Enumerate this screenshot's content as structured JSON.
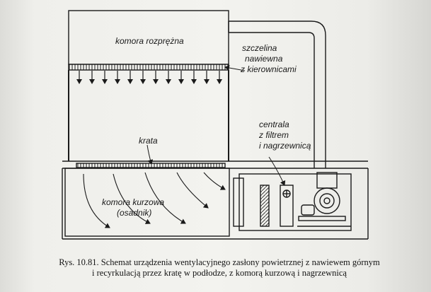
{
  "labels": {
    "komora_rozprezna": "komora rozprężna",
    "szczelina_1": "szczelina",
    "szczelina_2": "nawiewna",
    "szczelina_3": "z kierownicami",
    "centrala_1": "centrala",
    "centrala_2": "z filtrem",
    "centrala_3": "i nagrzewnicą",
    "krata": "krata",
    "komora_kurzowa_1": "komora kurzowa",
    "komora_kurzowa_2": "(osadnik)"
  },
  "caption": {
    "line1": "Rys. 10.81. Schemat urządzenia wentylacyjnego zasłony powietrznej z nawiewem górnym",
    "line2": "i recyrkulacją przez kratę w podłodze, z komorą kurzową i nagrzewnicą"
  },
  "colors": {
    "ink": "#1a1a1a",
    "paper": "#f3f3ef"
  }
}
